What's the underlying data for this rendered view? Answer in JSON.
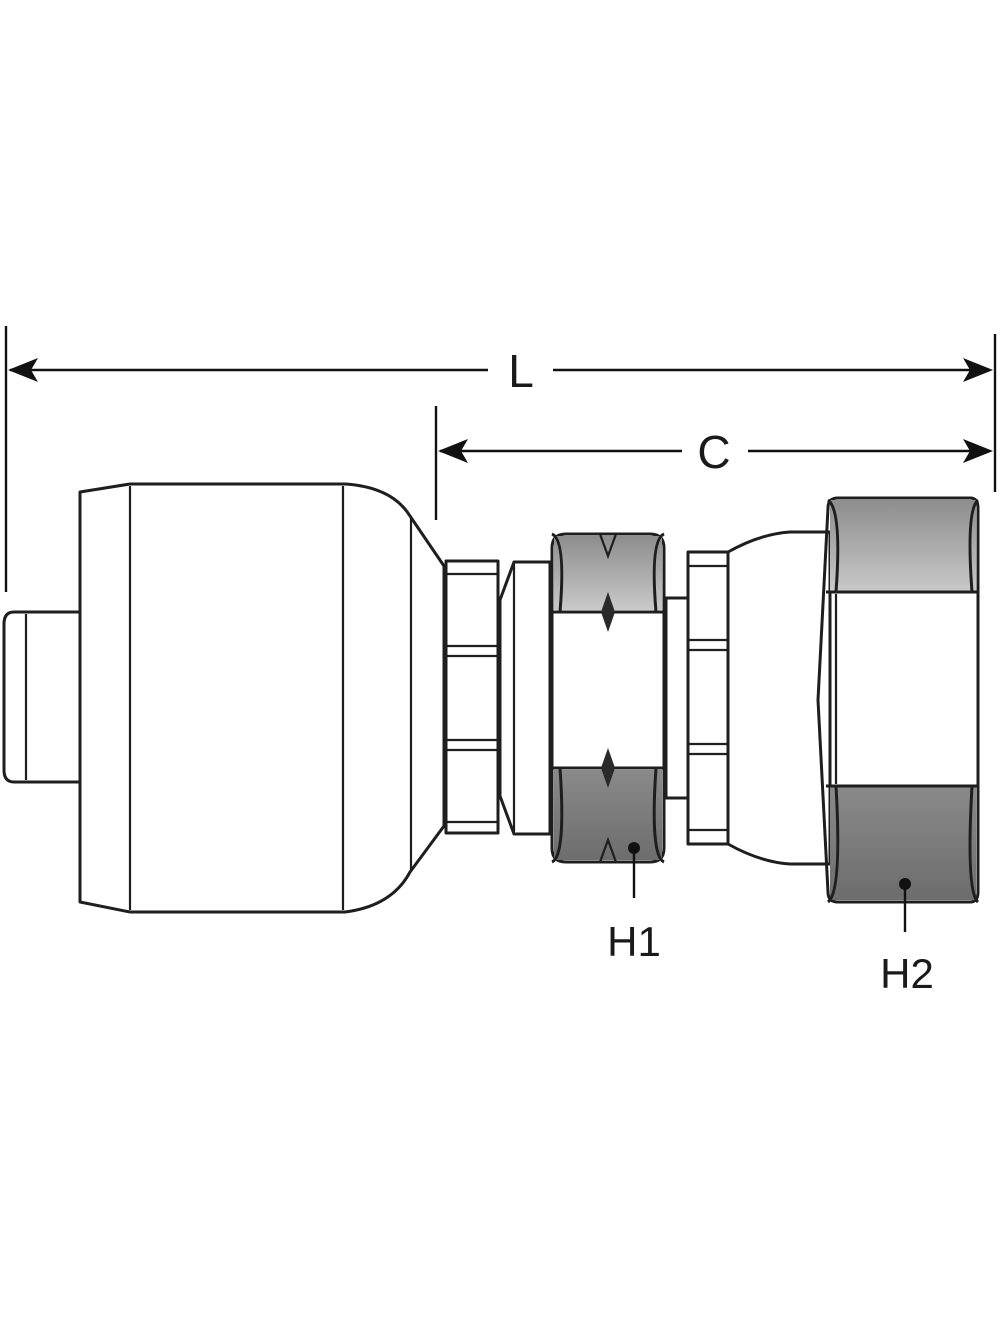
{
  "dimensions": {
    "overall_length": "L",
    "cut_off": "C"
  },
  "hex_labels": {
    "h1": "H1",
    "h2": "H2"
  },
  "colors": {
    "line": "#1e1e1e",
    "metal_light": "#f2f2f2",
    "metal_mid": "#bdbdbd",
    "metal_dark": "#5c5c5c"
  }
}
